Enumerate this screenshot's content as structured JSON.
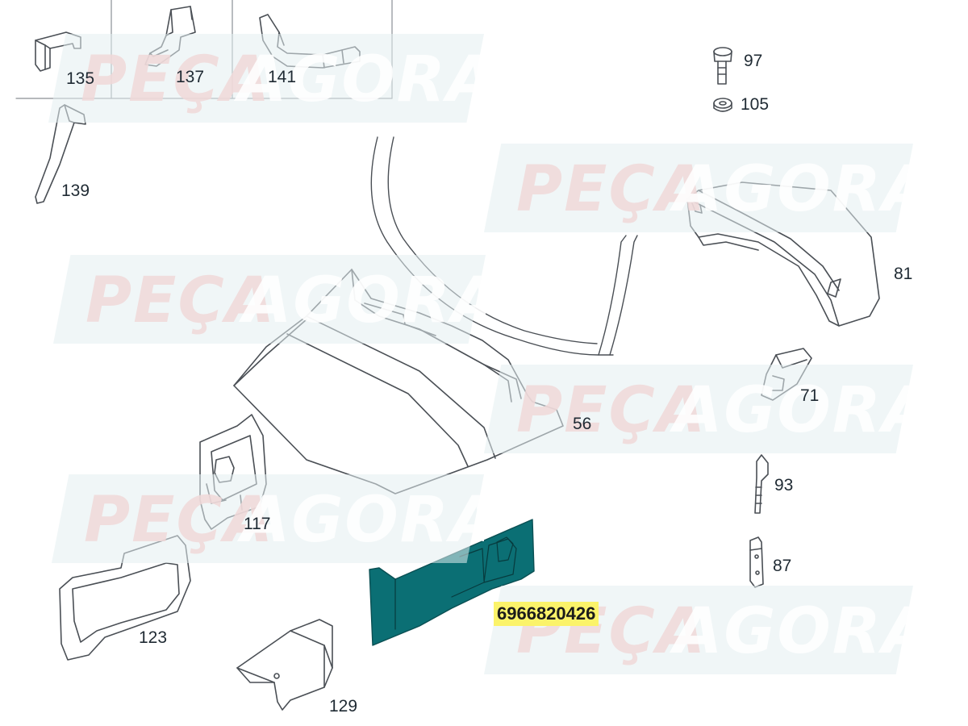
{
  "watermark": {
    "word1": "PEÇA",
    "word2": "AGORA"
  },
  "callouts": {
    "c135": "135",
    "c137": "137",
    "c141": "141",
    "c139": "139",
    "c97": "97",
    "c105": "105",
    "c81": "81",
    "c71": "71",
    "c56": "56",
    "c117": "117",
    "c93": "93",
    "c87": "87",
    "c123": "123",
    "c129": "129"
  },
  "highlight": {
    "part_number": "6966820426"
  },
  "colors": {
    "line": "#4a4f55",
    "highlight_part": "#0b6f74",
    "label_bg": "#fbf36a"
  }
}
